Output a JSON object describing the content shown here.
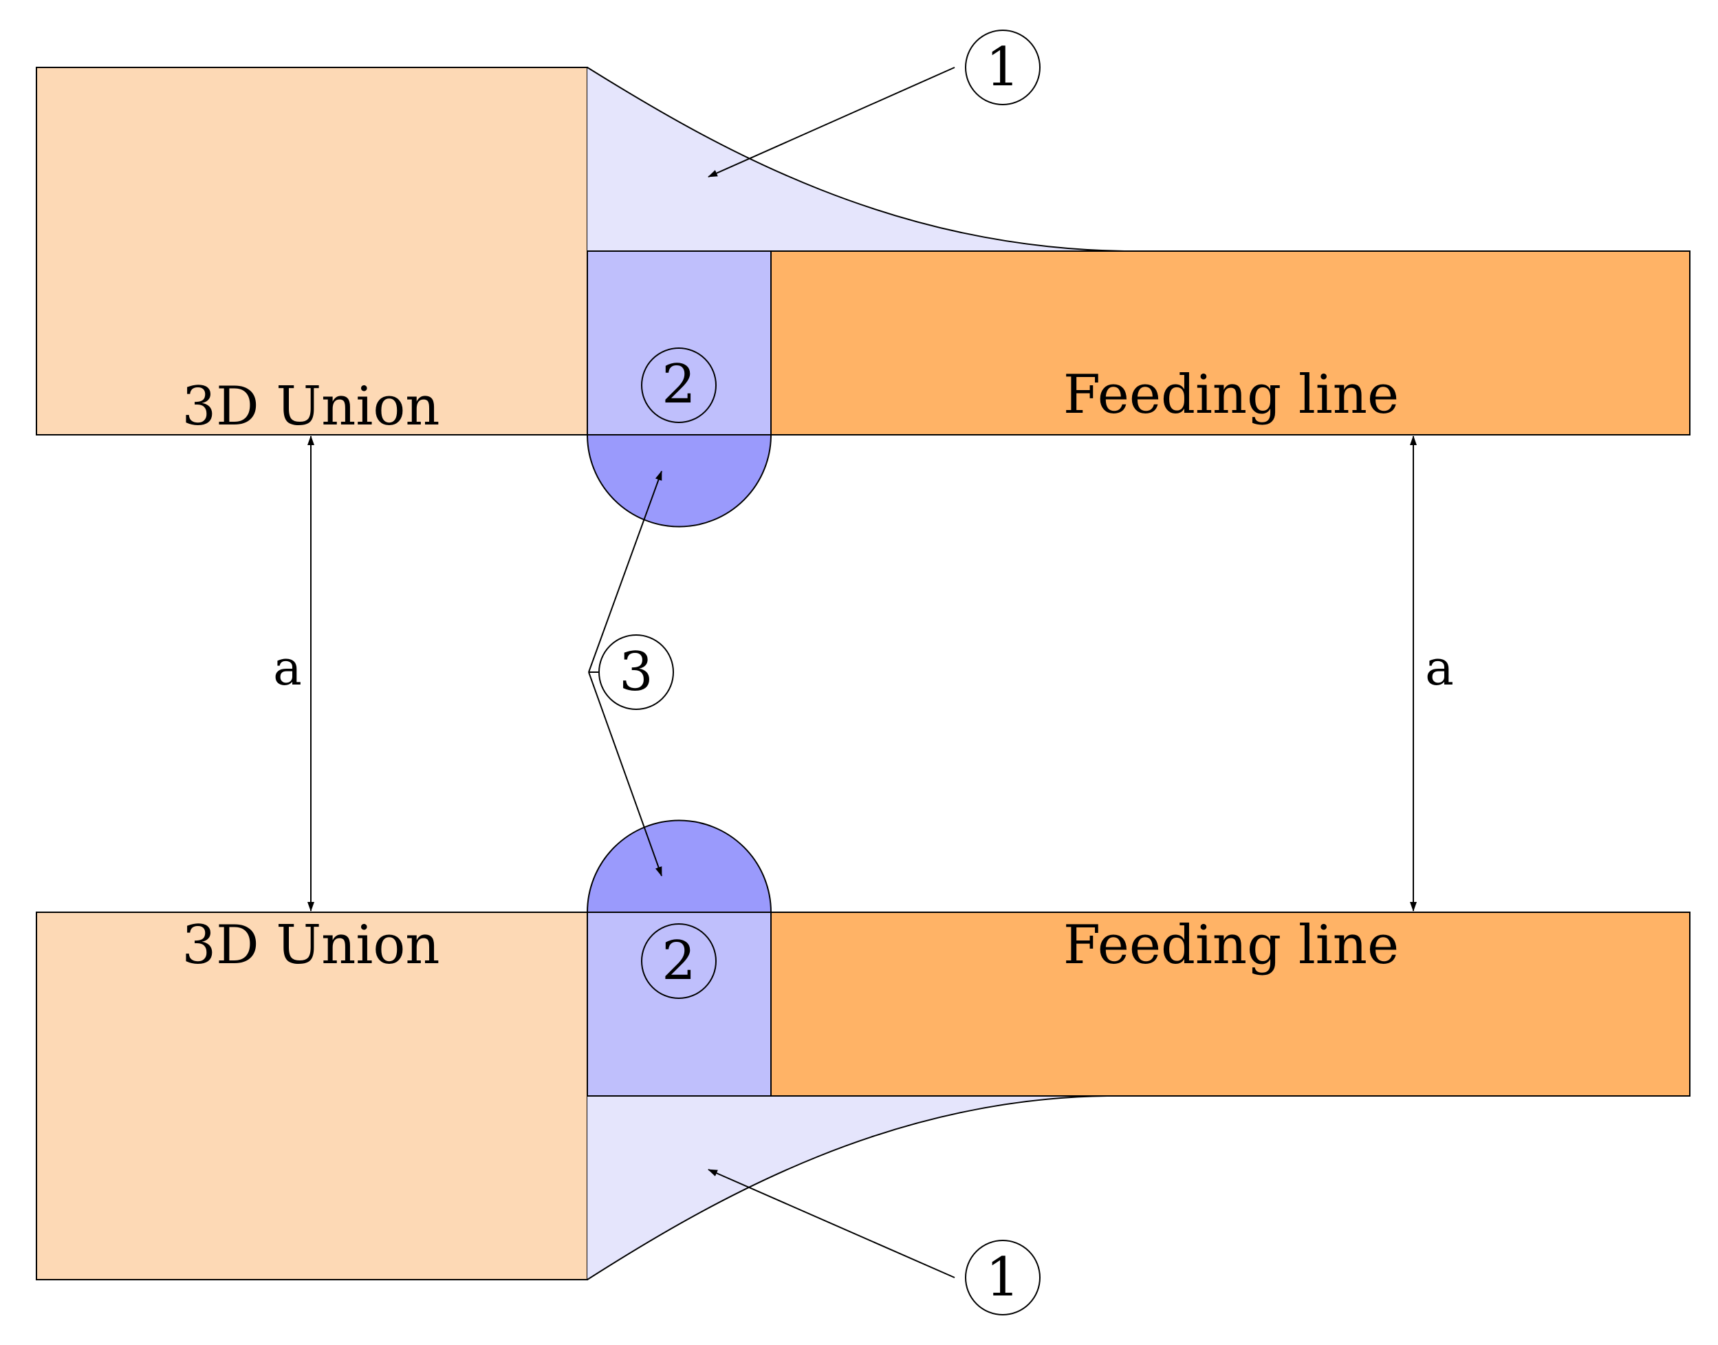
{
  "colors": {
    "union_fill": "#fdd9b5",
    "feed_fill": "#ffb366",
    "taper_fill": "#e5e5fc",
    "pad_fill": "#bfbffc",
    "cap_fill": "#9a9afc",
    "stroke": "#000000"
  },
  "top": {
    "union_label": "3D Union",
    "feed_label": "Feeding line",
    "callout_taper": "1",
    "callout_pad": "2"
  },
  "bottom": {
    "union_label": "3D Union",
    "feed_label": "Feeding line",
    "callout_taper": "1",
    "callout_pad": "2"
  },
  "callout_caps": "3",
  "dimension": {
    "left_label": "a",
    "right_label": "a"
  }
}
